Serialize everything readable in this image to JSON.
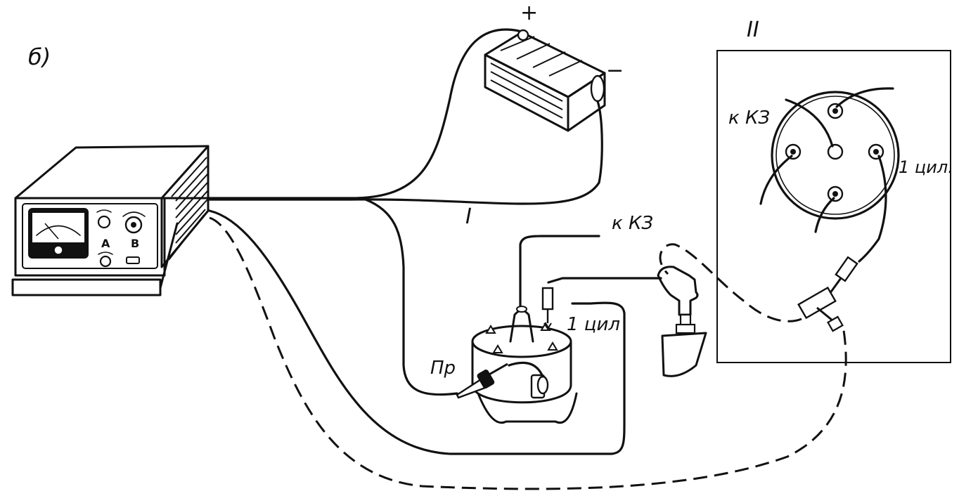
{
  "figure_label": "б)",
  "battery": {
    "plus_label": "+",
    "minus_label": "−"
  },
  "tester": {
    "knob_a_label": "A",
    "knob_b_label": "B"
  },
  "scheme_I": {
    "label": "I",
    "to_coil_label": "к КЗ",
    "cylinder_label": "1 цил",
    "probe_label": "Пр"
  },
  "scheme_II": {
    "label": "II",
    "to_coil_label": "к КЗ",
    "cylinder_label": "1 цил."
  }
}
